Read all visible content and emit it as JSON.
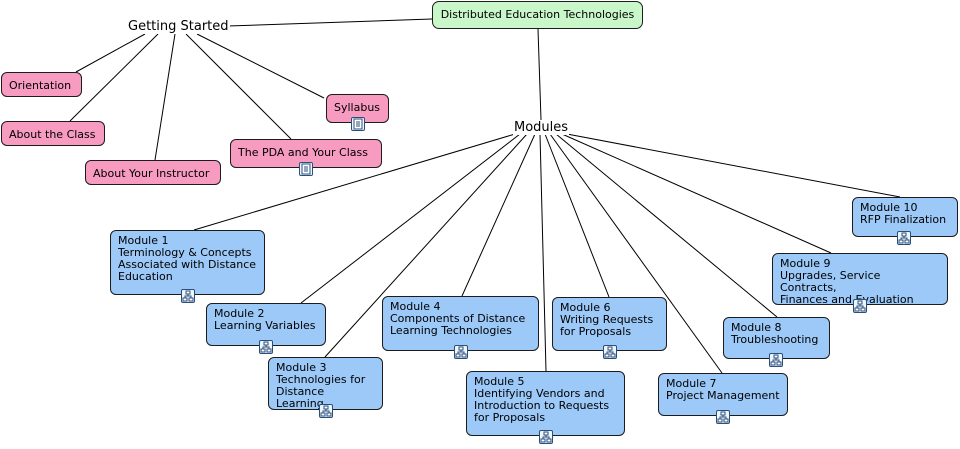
{
  "root": {
    "label": "Distributed Education Technologies"
  },
  "getting_started": {
    "label": "Getting Started",
    "items": [
      {
        "label": "Orientation"
      },
      {
        "label": "About the Class"
      },
      {
        "label": "About Your Instructor"
      },
      {
        "label": "The PDA and Your Class",
        "icon": "document-icon"
      },
      {
        "label": "Syllabus",
        "icon": "document-icon"
      }
    ]
  },
  "modules": {
    "label": "Modules",
    "items": [
      {
        "label": "Module 1\nTerminology & Concepts\nAssociated with Distance\nEducation",
        "icon": "submap-icon"
      },
      {
        "label": "Module 2\nLearning Variables",
        "icon": "submap-icon"
      },
      {
        "label": "Module 3\nTechnologies for\nDistance Learning",
        "icon": "submap-icon"
      },
      {
        "label": "Module 4\nComponents of Distance\nLearning Technologies",
        "icon": "submap-icon"
      },
      {
        "label": "Module 5\nIdentifying Vendors and\nIntroduction to Requests\nfor Proposals",
        "icon": "submap-icon"
      },
      {
        "label": "Module 6\nWriting Requests\nfor Proposals",
        "icon": "submap-icon"
      },
      {
        "label": "Module 7\nProject Management",
        "icon": "submap-icon"
      },
      {
        "label": "Module 8\nTroubleshooting",
        "icon": "submap-icon"
      },
      {
        "label": "Module 9\nUpgrades, Service Contracts,\nFinances and Evaluation",
        "icon": "submap-icon"
      },
      {
        "label": "Module 10\nRFP Finalization",
        "icon": "submap-icon"
      }
    ]
  },
  "colors": {
    "root_fill": "#c9f7c9",
    "getting_started_fill": "#f79bc1",
    "module_fill": "#9cc9f8",
    "line": "#000000"
  }
}
